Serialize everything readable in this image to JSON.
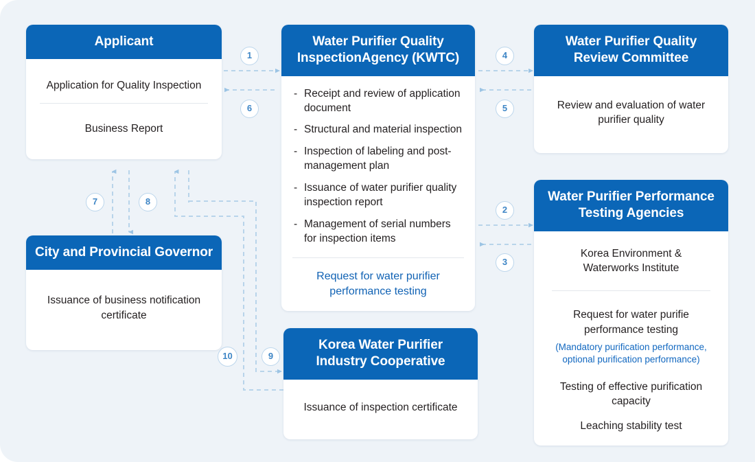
{
  "theme": {
    "page_background": "#eef3f8",
    "header_blue": "#0b66b7",
    "accent_text_blue": "#1062b4",
    "badge_text_blue": "#3f86c6",
    "wire_blue": "#b8d4ea"
  },
  "nodes": {
    "applicant": {
      "title": "Applicant",
      "rows": [
        "Application for Quality Inspection",
        "Business Report"
      ]
    },
    "kwtc": {
      "title": "Water Purifier Quality\nInspectionAgency (KWTC)",
      "title_line1": "Water Purifier Quality",
      "title_line2": "InspectionAgency (KWTC)",
      "bullets": [
        "Receipt and review of application document",
        "Structural and material inspection",
        "Inspection of labeling and post-management plan",
        "Issuance of water purifier quality inspection report",
        "Management of serial numbers for inspection items"
      ],
      "footer_accent": "Request for water purifier performance testing"
    },
    "review_committee": {
      "title_line1": "Water Purifier Quality",
      "title_line2": "Review Committee",
      "body": "Review and evaluation of water purifier quality"
    },
    "testing_agencies": {
      "title_line1": "Water Purifier Performance",
      "title_line2": "Testing Agencies",
      "institute": "Korea Environment & Waterworks Institute",
      "request": "Request for water purifie performance testing",
      "request_note": "(Mandatory purification performance, optional purification performance)",
      "tests": [
        "Testing of effective purification capacity",
        "Leaching stability test"
      ]
    },
    "governor": {
      "title": "City and Provincial Governor",
      "body": "Issuance of business notification certificate"
    },
    "cooperative": {
      "title_line1": "Korea Water Purifier",
      "title_line2": "Industry Cooperative",
      "body": "Issuance of inspection certificate"
    }
  },
  "steps": [
    {
      "number": "1",
      "from": "applicant",
      "to": "kwtc"
    },
    {
      "number": "2",
      "from": "kwtc",
      "to": "testing_agencies"
    },
    {
      "number": "3",
      "from": "testing_agencies",
      "to": "kwtc"
    },
    {
      "number": "4",
      "from": "kwtc",
      "to": "review_committee"
    },
    {
      "number": "5",
      "from": "review_committee",
      "to": "kwtc"
    },
    {
      "number": "6",
      "from": "kwtc",
      "to": "applicant"
    },
    {
      "number": "7",
      "from": "governor",
      "to": "applicant"
    },
    {
      "number": "8",
      "from": "applicant",
      "to": "governor"
    },
    {
      "number": "9",
      "from": "kwtc",
      "to": "cooperative"
    },
    {
      "number": "10",
      "from": "cooperative",
      "to": "applicant"
    }
  ]
}
